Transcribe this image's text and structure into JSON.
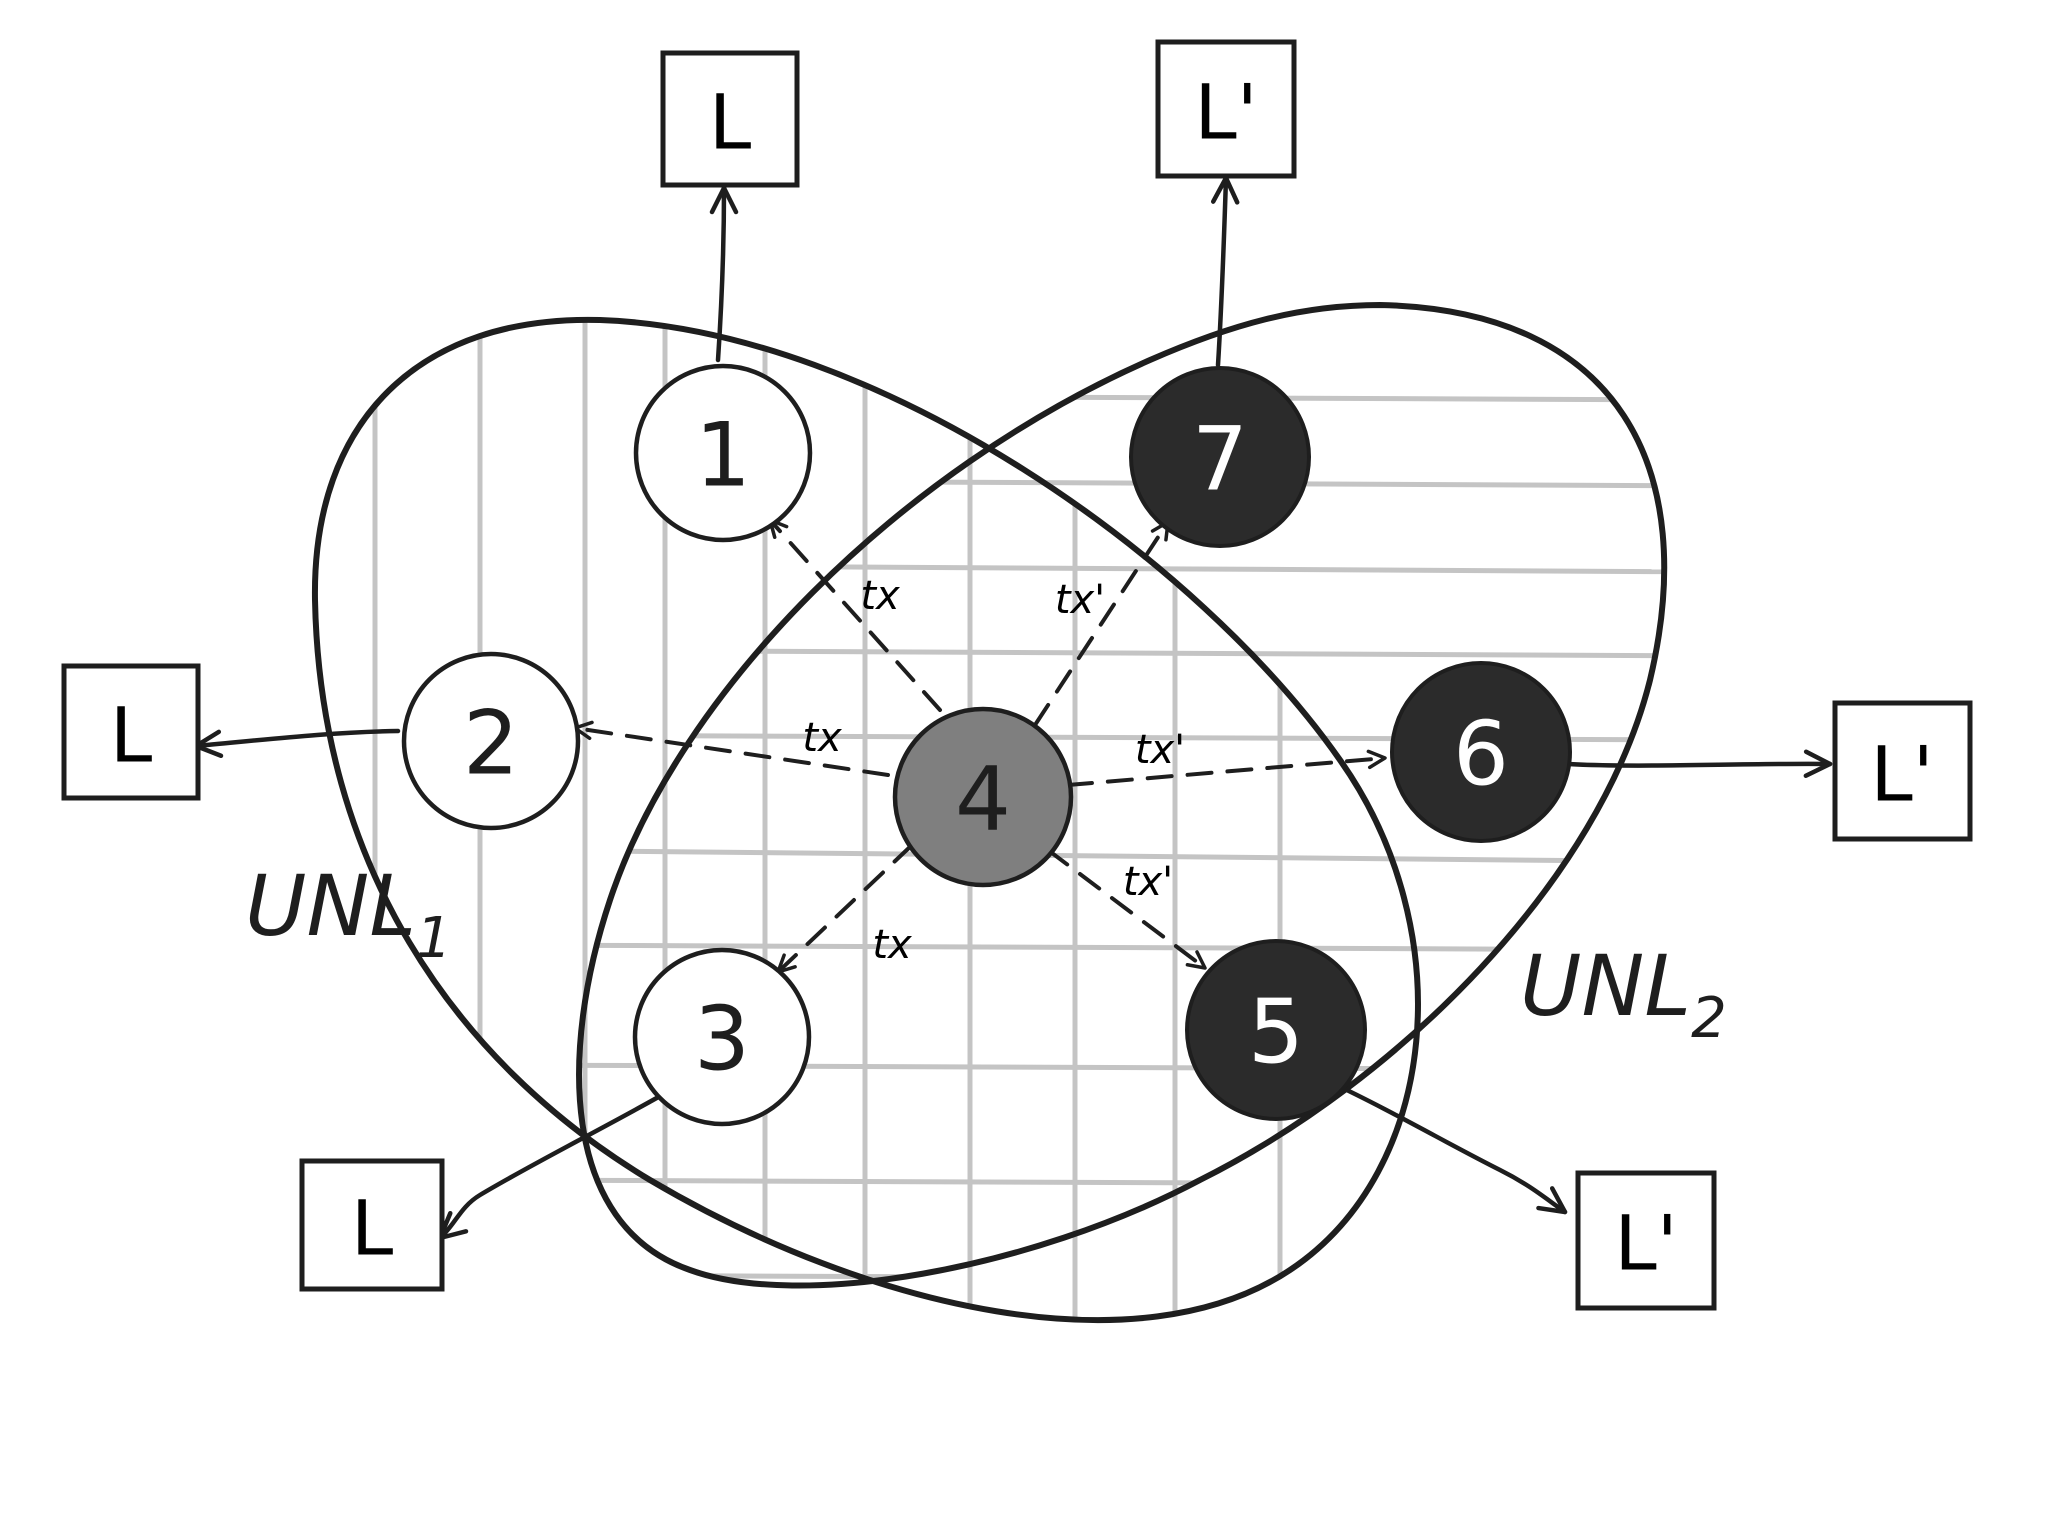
{
  "colors": {
    "ink": "#1e1e1e",
    "hatch": "#c4c4c4",
    "center_fill": "#7f7f7f",
    "dark_fill": "#2b2b2b",
    "light_fill": "#ffffff",
    "dark_text": "#ffffff"
  },
  "sets": {
    "unl1": {
      "label": "UNL",
      "subscript": "1"
    },
    "unl2": {
      "label": "UNL",
      "subscript": "2"
    }
  },
  "nodes": {
    "n1": "1",
    "n2": "2",
    "n3": "3",
    "n4": "4",
    "n5": "5",
    "n6": "6",
    "n7": "7"
  },
  "boxes": {
    "b1": "L",
    "b2": "L",
    "b3": "L",
    "b5": "L'",
    "b6": "L'",
    "b7": "L'"
  },
  "edges": {
    "e1": "tx",
    "e2": "tx",
    "e3": "tx",
    "e5": "tx'",
    "e6": "tx'",
    "e7": "tx'"
  }
}
